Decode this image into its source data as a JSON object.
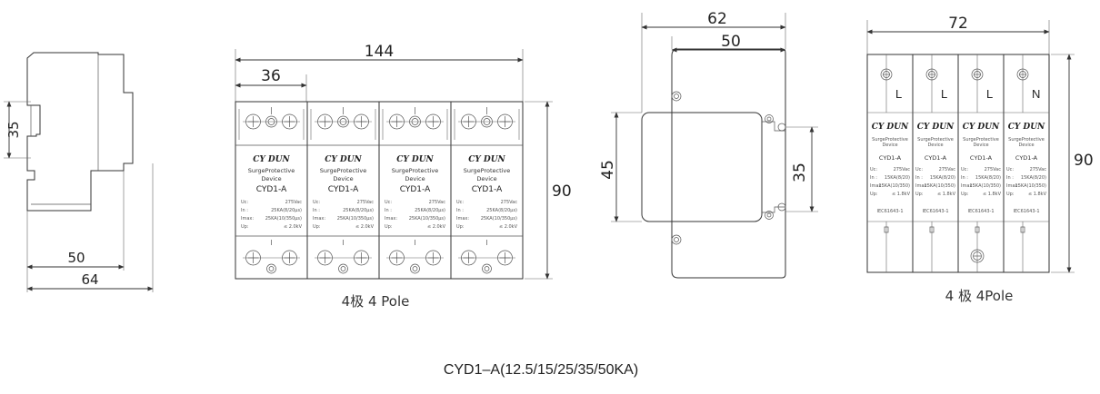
{
  "side_view": {
    "height_dim": "35",
    "width_inner_dim": "50",
    "width_outer_dim": "64"
  },
  "front_4pole": {
    "total_width_dim": "144",
    "module_width_dim": "36",
    "height_dim": "90",
    "caption": "4极 4 Pole",
    "modules": [
      {
        "brand": "CY DUN",
        "line1": "SurgeProtective",
        "line2": "Device",
        "model": "CYD1-A",
        "spec_labels": [
          "Uc:",
          "In :",
          "Imax:",
          "Up:"
        ],
        "spec_values": [
          "275Vac",
          "25KA(8/20μs)",
          "25KA(10/350μs)",
          "≤ 2.0kV"
        ]
      },
      {
        "brand": "CY DUN",
        "line1": "SurgeProtective",
        "line2": "Device",
        "model": "CYD1-A",
        "spec_labels": [
          "Uc:",
          "In :",
          "Imax:",
          "Up:"
        ],
        "spec_values": [
          "275Vac",
          "25KA(8/20μs)",
          "25KA(10/350μs)",
          "≤ 2.0kV"
        ]
      },
      {
        "brand": "CY DUN",
        "line1": "SurgeProtective",
        "line2": "Device",
        "model": "CYD1-A",
        "spec_labels": [
          "Uc:",
          "In :",
          "Imax:",
          "Up:"
        ],
        "spec_values": [
          "275Vac",
          "25KA(8/20μs)",
          "25KA(10/350μs)",
          "≤ 2.0kV"
        ]
      },
      {
        "brand": "CY DUN",
        "line1": "SurgeProtective",
        "line2": "Device",
        "model": "CYD1-A",
        "spec_labels": [
          "Uc:",
          "In :",
          "Imax:",
          "Up:"
        ],
        "spec_values": [
          "275Vac",
          "25KA(8/20μs)",
          "25KA(10/350μs)",
          "≤ 2.0kV"
        ]
      }
    ]
  },
  "middle_view": {
    "outer_width_dim": "62",
    "inner_width_dim": "50",
    "height_left_dim": "45",
    "height_right_dim": "35"
  },
  "right_4pole": {
    "width_dim": "72",
    "height_dim": "90",
    "caption": "4 极 4Pole",
    "modules": [
      {
        "pole": "L",
        "brand": "CY DUN",
        "line1": "SurgeProtective",
        "line2": "Device",
        "model": "CYD1-A",
        "spec_labels": [
          "Uc:",
          "In :",
          "Imax:",
          "Up:"
        ],
        "spec_values": [
          "275Vac",
          "15KA(8/20)",
          "15KA(10/350)",
          "≤ 1.8kV"
        ],
        "std": "IEC61643-1"
      },
      {
        "pole": "L",
        "brand": "CY DUN",
        "line1": "SurgeProtective",
        "line2": "Device",
        "model": "CYD1-A",
        "spec_labels": [
          "Uc:",
          "In :",
          "Imax:",
          "Up:"
        ],
        "spec_values": [
          "275Vac",
          "15KA(8/20)",
          "15KA(10/350)",
          "≤ 1.8kV"
        ],
        "std": "IEC61643-1"
      },
      {
        "pole": "L",
        "brand": "CY DUN",
        "line1": "SurgeProtective",
        "line2": "Device",
        "model": "CYD1-A",
        "spec_labels": [
          "Uc:",
          "In :",
          "Imax:",
          "Up:"
        ],
        "spec_values": [
          "275Vac",
          "15KA(8/20)",
          "15KA(10/350)",
          "≤ 1.8kV"
        ],
        "std": "IEC61643-1"
      },
      {
        "pole": "N",
        "brand": "CY DUN",
        "line1": "SurgeProtective",
        "line2": "Device",
        "model": "CYD1-A",
        "spec_labels": [
          "Uc:",
          "In :",
          "Imax:",
          "Up:"
        ],
        "spec_values": [
          "275Vac",
          "15KA(8/20)",
          "15KA(10/350)",
          "≤ 1.8kV"
        ],
        "std": "IEC61643-1"
      }
    ]
  },
  "footer_title": "CYD1–A(12.5/15/25/35/50KA)"
}
